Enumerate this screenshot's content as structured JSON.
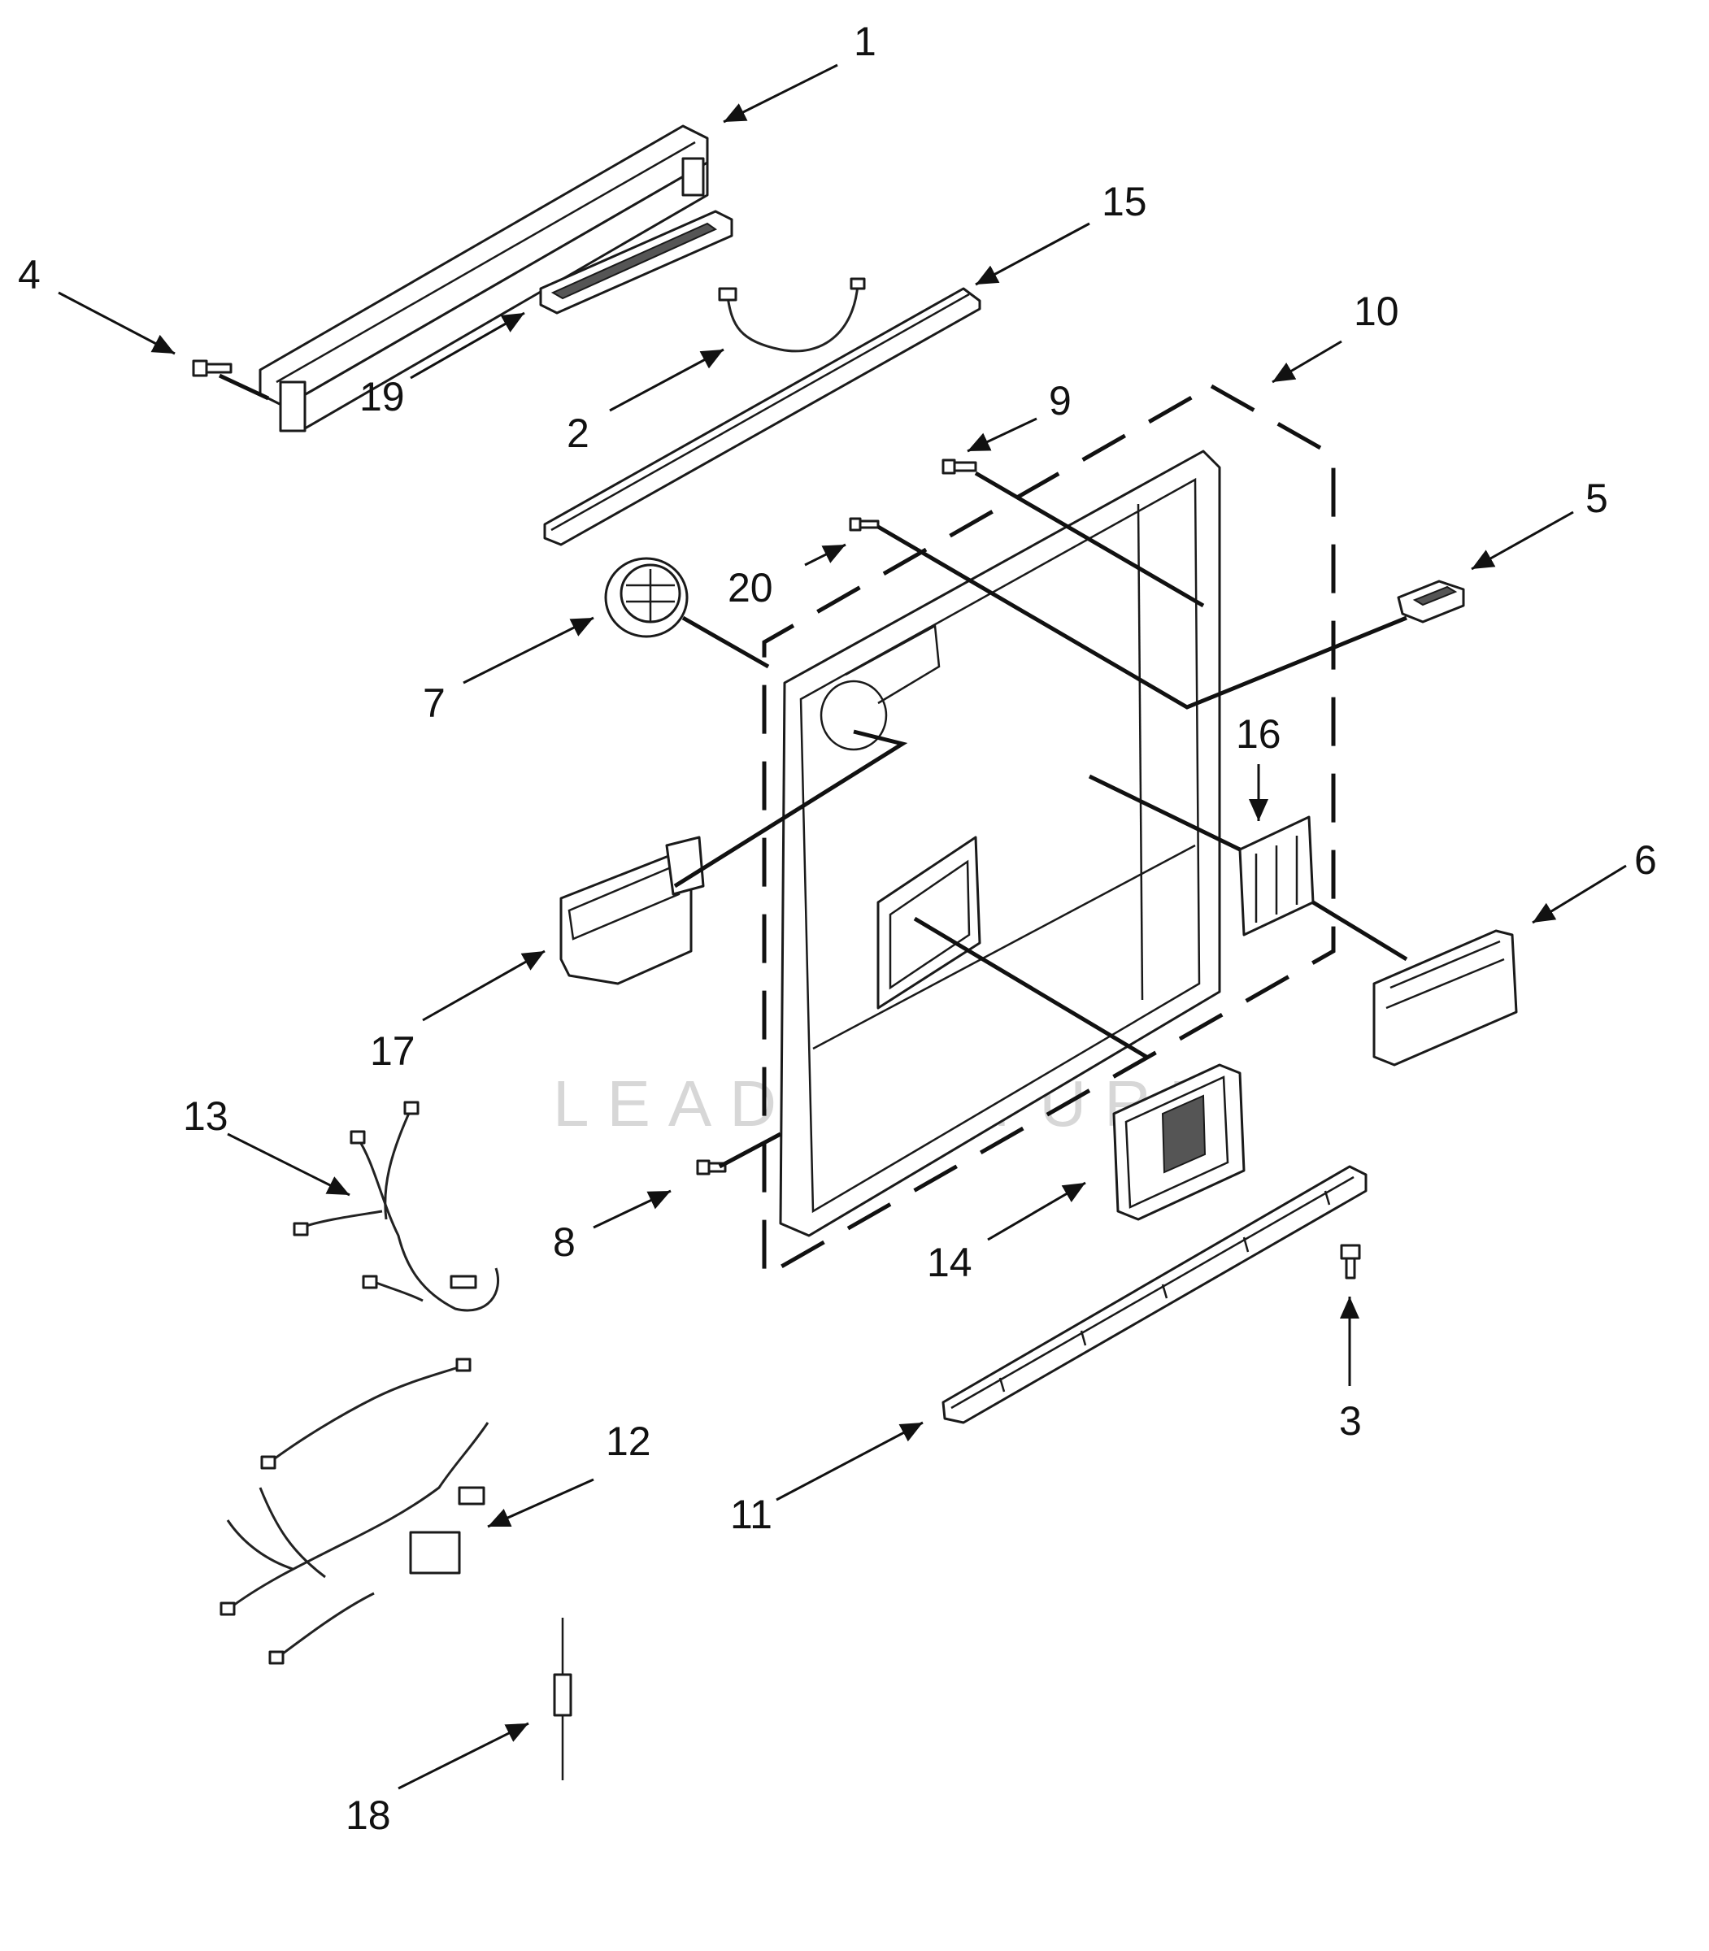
{
  "watermark": "LEADVENTURE",
  "callouts": {
    "c1": "1",
    "c2": "2",
    "c3": "3",
    "c4": "4",
    "c5": "5",
    "c6": "6",
    "c7": "7",
    "c8": "8",
    "c9": "9",
    "c10": "10",
    "c11": "11",
    "c12": "12",
    "c13": "13",
    "c14": "14",
    "c15": "15",
    "c16": "16",
    "c17": "17",
    "c18": "18",
    "c19": "19",
    "c20": "20"
  }
}
